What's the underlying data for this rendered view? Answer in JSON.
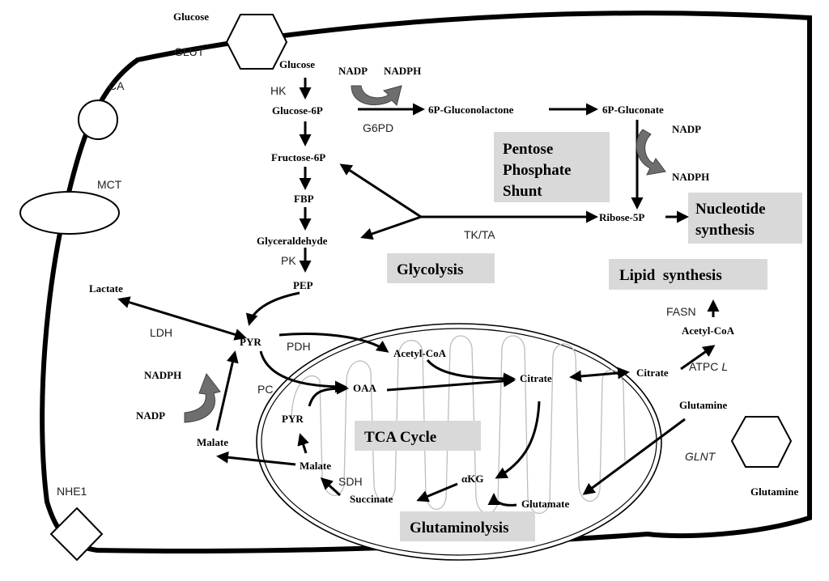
{
  "metabolites": {
    "glucose_out": "Glucose",
    "glucose": "Glucose",
    "glucose_6p": "Glucose-6P",
    "fructose_6p": "Fructose-6P",
    "fbp": "FBP",
    "glyceraldehyde": "Glyceraldehyde",
    "pep": "PEP",
    "pyr": "PYR",
    "lactate": "Lactate",
    "gluconolactone": "6P-Gluconolactone",
    "gluconate": "6P-Gluconate",
    "ribose_5p": "Ribose-5P",
    "acetyl_coa_mito": "Acetyl-CoA",
    "oaa": "OAA",
    "citrate_mito": "Citrate",
    "citrate_cyto": "Citrate",
    "acetyl_coa_cyto": "Acetyl-CoA",
    "glutamine_in": "Glutamine",
    "glutamine_out": "Glutamine",
    "glutamate": "Glutamate",
    "akg": "αKG",
    "succinate": "Succinate",
    "malate_mito": "Malate",
    "pyr_mito": "PYR",
    "malate_cyto": "Malate",
    "nadp_g6pd": "NADP",
    "nadph_g6pd": "NADPH",
    "nadp_pgd": "NADP",
    "nadph_pgd": "NADPH",
    "nadph_me": "NADPH",
    "nadp_me": "NADP"
  },
  "enzymes": {
    "glut": "GLUT",
    "ca": "CA",
    "mct": "MCT",
    "nhe1": "NHE1",
    "glnt": "GLNT",
    "hk": "HK",
    "g6pd": "G6PD",
    "tkta": "TK/TA",
    "pk": "PK",
    "ldh": "LDH",
    "pdh": "PDH",
    "pc": "PC",
    "sdh": "SDH",
    "fasn": "FASN",
    "atpcl_main": "ATPC",
    "atpcl_tail": "L"
  },
  "pathways": {
    "pentose_line1": "Pentose",
    "pentose_line2": "Phosphate",
    "pentose_line3": "Shunt",
    "nucleotide_line1": "Nucleotide",
    "nucleotide_line2": "synthesis",
    "glycolysis": "Glycolysis",
    "lipid": "Lipid  synthesis",
    "tca": "TCA Cycle",
    "glutaminolysis": "Glutaminolysis"
  },
  "colors": {
    "membrane": "#000000",
    "label_box": "#d9d9d9",
    "cofactor_arrow": "#6e6e6e",
    "mito_inner": "#bdbdbd"
  }
}
